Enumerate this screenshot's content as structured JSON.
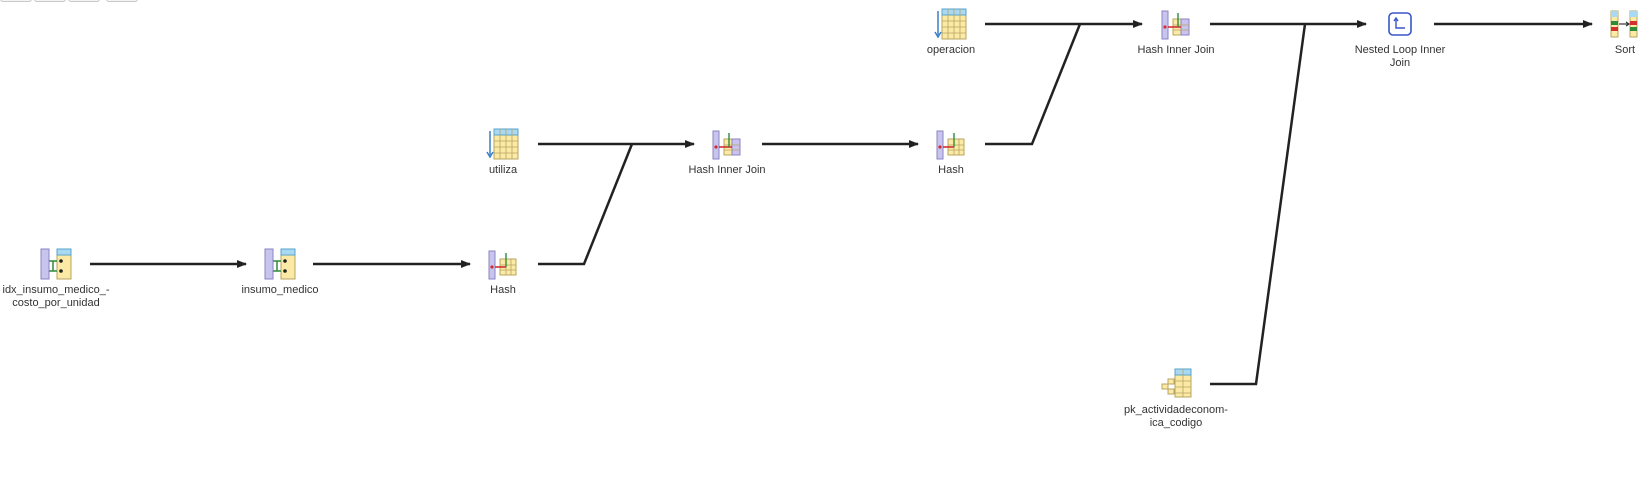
{
  "nodes": {
    "idx_insumo": {
      "label": "idx_insumo_medico_-\ncosto_por_unidad",
      "icon": "index-scan-icon"
    },
    "insumo_medico": {
      "label": "insumo_medico",
      "icon": "index-scan-icon"
    },
    "hash1": {
      "label": "Hash",
      "icon": "hash-icon"
    },
    "utiliza": {
      "label": "utiliza",
      "icon": "seq-scan-table-icon"
    },
    "hash_join1": {
      "label": "Hash Inner Join",
      "icon": "hash-join-icon"
    },
    "hash2": {
      "label": "Hash",
      "icon": "hash-icon"
    },
    "operacion": {
      "label": "operacion",
      "icon": "seq-scan-table-icon"
    },
    "hash_join2": {
      "label": "Hash Inner Join",
      "icon": "hash-join-icon"
    },
    "nested_loop": {
      "label": "Nested Loop Inner\nJoin",
      "icon": "nested-loop-icon"
    },
    "sort": {
      "label": "Sort",
      "icon": "sort-icon"
    },
    "pk_actividad": {
      "label": "pk_actividadeconom-\nica_codigo",
      "icon": "index-only-scan-icon"
    }
  },
  "colors": {
    "edge": "#222222",
    "table_fill": "#fbe9a6",
    "table_header": "#a9d8f2",
    "index_col": "#c9c4ee",
    "join_red": "#d23030",
    "join_green": "#2e8b3a",
    "loop_blue": "#3a56c8"
  }
}
